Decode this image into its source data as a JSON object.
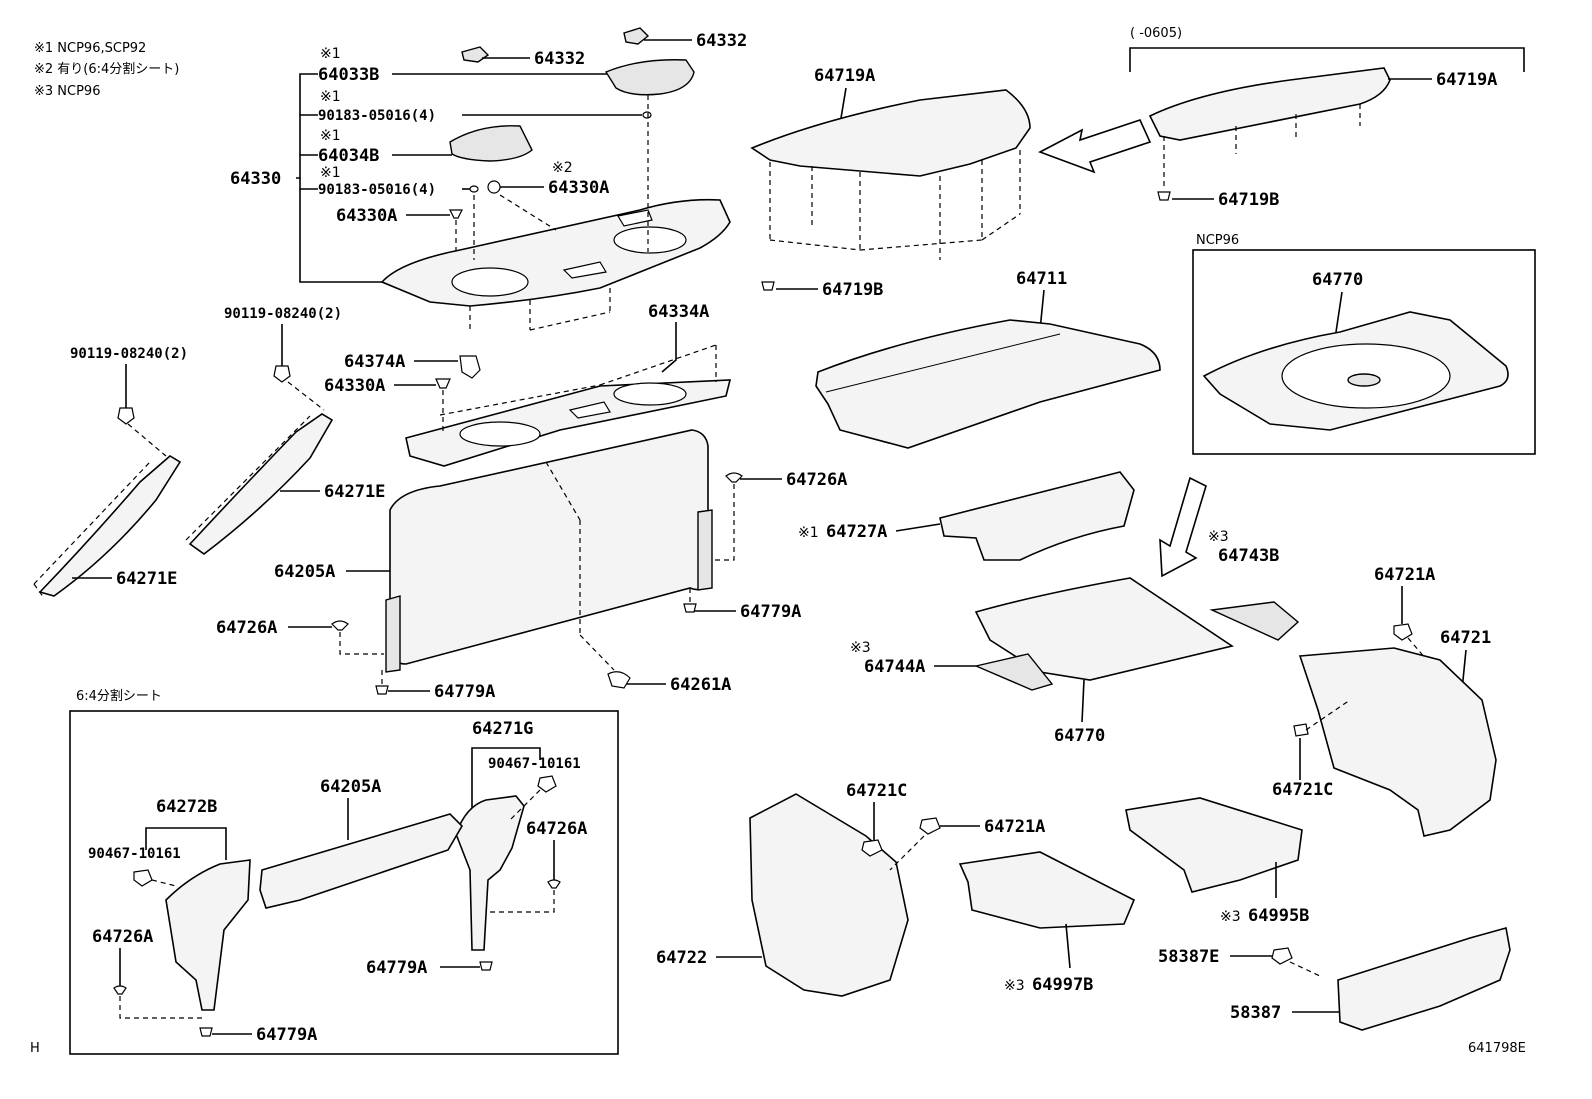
{
  "notes": {
    "n1": "※1 NCP96,SCP92",
    "n2": "※2 有り(6:4分割シート)",
    "n3": "※3 NCP96"
  },
  "marks": {
    "m1": "※1",
    "m2": "※2",
    "m3": "※3"
  },
  "insets": {
    "ncp96_title": "NCP96",
    "split_seat_title": "6:4分割シート",
    "period": "(      -0605)"
  },
  "footer": {
    "left_code": "H",
    "diagram_code": "641798E"
  },
  "parts": {
    "p64332_a": "64332",
    "p64332_b": "64332",
    "p64033B": "64033B",
    "p90183_a": "90183-05016(4)",
    "p64034B": "64034B",
    "p90183_b": "90183-05016(4)",
    "p64330": "64330",
    "p64330A_a": "64330A",
    "p64330A_b": "64330A",
    "p64330A_c": "64330A",
    "p64374A": "64374A",
    "p64334A": "64334A",
    "p90119_a": "90119-08240(2)",
    "p90119_b": "90119-08240(2)",
    "p64271E_a": "64271E",
    "p64271E_b": "64271E",
    "p64205A_a": "64205A",
    "p64726A_a": "64726A",
    "p64726A_b": "64726A",
    "p64779A_a": "64779A",
    "p64779A_b": "64779A",
    "p64261A": "64261A",
    "p64719A_a": "64719A",
    "p64719A_b": "64719A",
    "p64719B_a": "64719B",
    "p64719B_b": "64719B",
    "p64711": "64711",
    "p64770_a": "64770",
    "p64770_b": "64770",
    "p64727A": "64727A",
    "p64743B": "64743B",
    "p64744A": "64744A",
    "p64721A_a": "64721A",
    "p64721A_b": "64721A",
    "p64721": "64721",
    "p64721C_a": "64721C",
    "p64721C_b": "64721C",
    "p64722": "64722",
    "p64997B": "64997B",
    "p64995B": "64995B",
    "p58387E": "58387E",
    "p58387": "58387",
    "p64271G": "64271G",
    "p90467_a": "90467-10161",
    "p90467_b": "90467-10161",
    "p64272B": "64272B",
    "p64205A_b": "64205A",
    "p64726A_c": "64726A",
    "p64726A_d": "64726A",
    "p64779A_c": "64779A",
    "p64779A_d": "64779A"
  }
}
